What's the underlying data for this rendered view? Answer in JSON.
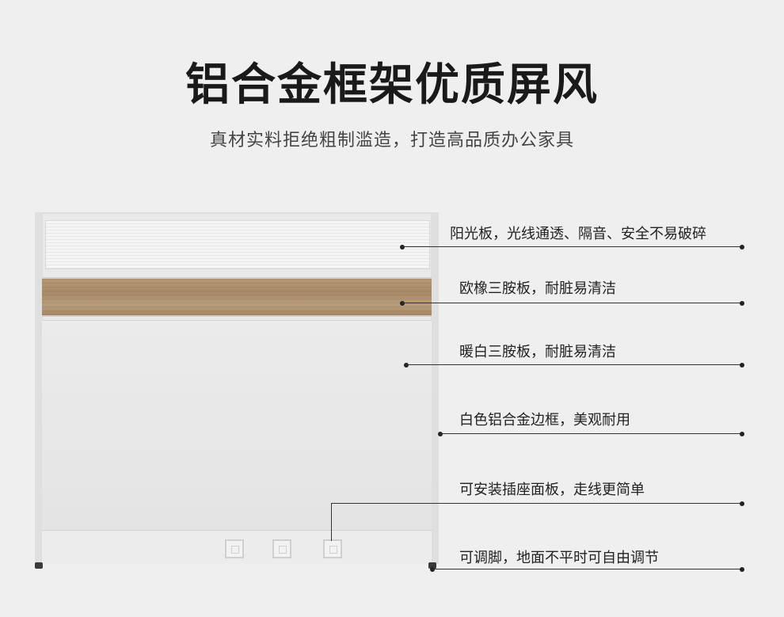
{
  "header": {
    "title": "铝合金框架优质屏风",
    "subtitle": "真材实料拒绝粗制滥造，打造高品质办公家具"
  },
  "annotations": [
    {
      "label": "阳光板，光线通透、隔音、安全不易破碎"
    },
    {
      "label": "欧橡三胺板，耐脏易清洁"
    },
    {
      "label": "暖白三胺板，耐脏易清洁"
    },
    {
      "label": "白色铝合金边框，美观耐用"
    },
    {
      "label": "可安装插座面板，走线更简单"
    },
    {
      "label": "可调脚，地面不平时可自由调节"
    }
  ],
  "colors": {
    "background": "#efefef",
    "wood": "#a98a66",
    "text": "#1a1a1a"
  }
}
